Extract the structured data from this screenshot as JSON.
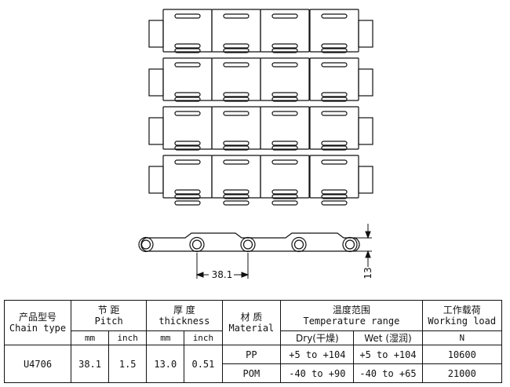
{
  "drawing": {
    "pitch_dimension": "38.1",
    "height_dimension": "13"
  },
  "table": {
    "chain_type_cn": "产品型号",
    "chain_type_en": "Chain type",
    "pitch_cn": "节 距",
    "pitch_en": "Pitch",
    "thickness_cn": "厚 度",
    "thickness_en": "thickness",
    "material_cn": "材 质",
    "material_en": "Material",
    "temp_cn": "温度范围",
    "temp_en": "Temperature range",
    "load_cn": "工作载荷",
    "load_en": "Working load",
    "unit_mm": "mm",
    "unit_inch": "inch",
    "dry": "Dry(干燥)",
    "wet": "Wet (湿润)",
    "load_unit": "N",
    "model": "U4706",
    "pitch_mm": "38.1",
    "pitch_inch": "1.5",
    "thickness_mm": "13.0",
    "thickness_inch": "0.51",
    "rows": [
      {
        "material": "PP",
        "dry": "+5 to +104",
        "wet": "+5 to +104",
        "load": "10600"
      },
      {
        "material": "POM",
        "dry": "-40 to +90",
        "wet": "-40 to +65",
        "load": "21000"
      }
    ]
  }
}
